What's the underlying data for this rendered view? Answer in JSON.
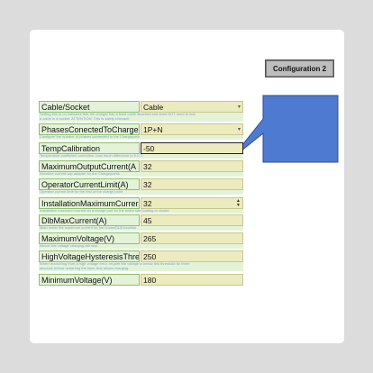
{
  "config_button": {
    "label": "Configuration 2"
  },
  "params": [
    {
      "name": "Cable/Socket",
      "value": "Cable",
      "control": "dropdown",
      "help": "Setting this to on indicates that the charger has a fixed cable attached and does NOT need to lock",
      "help2": "a cable in a socket. ATTENTION: This is safety relevant!"
    },
    {
      "name": "PhasesConectedToChargeP",
      "value": "1P+N",
      "control": "dropdown",
      "help": "Configure the number of phases connected to the Chargepoint"
    },
    {
      "name": "TempCalibration",
      "value": "-50",
      "control": "text",
      "help": "Temperature coefficient correction, how much difference in 0.1°C"
    },
    {
      "name": "MaximumOutputCurrent(A",
      "value": "32",
      "control": "text",
      "help": "Absolute current cap adapter for the Chargepoints"
    },
    {
      "name": "OperatorCurrentLimit(A)",
      "value": "32",
      "control": "text",
      "help": "Operator current limit for the rest of the charge point"
    },
    {
      "name": "InstallationMaximumCurrer",
      "value": "32",
      "control": "spinner",
      "help": "Installation maximum current on a charge port for the entire site loading or cluster"
    },
    {
      "name": "DlbMaxCurrent(A)",
      "value": "45",
      "control": "text",
      "help": "Main meter the maximum current for the house/DLB function"
    },
    {
      "name": "MaximumVoltage(V)",
      "value": "265",
      "control": "text",
      "help": "Above this voltage charging will stop"
    },
    {
      "name": "HighVoltageHysteresisThre",
      "value": "250",
      "control": "text",
      "help": "When recovering from a high voltage error, require the voltage is below this threshold for three",
      "help2": "seconds before restarting the timer that allows charging."
    },
    {
      "name": "MinimumVoltage(V)",
      "value": "180",
      "control": "text",
      "help": ""
    }
  ],
  "colors": {
    "param_bg": "#e4f3d8",
    "value_bg": "#ecebbf",
    "callout": "#4f7ad2",
    "help_text": "#7aa2d0"
  }
}
